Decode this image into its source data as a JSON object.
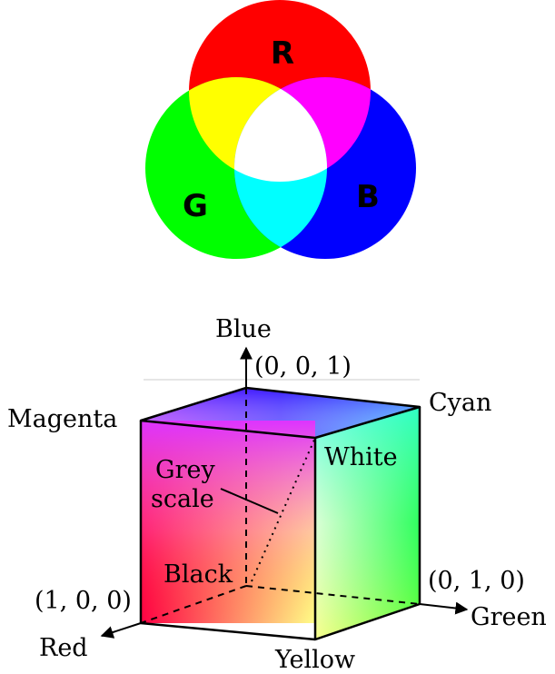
{
  "venn": {
    "labels": {
      "red": "R",
      "green": "G",
      "blue": "B"
    },
    "colors": {
      "red": "#ff0000",
      "green": "#00ff00",
      "blue": "#0000ff",
      "yellow": "#ffff00",
      "magenta": "#ff00ff",
      "cyan": "#00ffff",
      "white": "#ffffff"
    }
  },
  "cube": {
    "axes": {
      "blue": "Blue",
      "green": "Green",
      "red": "Red"
    },
    "coords": {
      "blue": "(0, 0, 1)",
      "green": "(0, 1, 0)",
      "red": "(1, 0, 0)"
    },
    "corners": {
      "magenta": "Magenta",
      "cyan": "Cyan",
      "white": "White",
      "black": "Black",
      "yellow": "Yellow"
    },
    "greyscale": [
      "Grey",
      "scale"
    ]
  }
}
